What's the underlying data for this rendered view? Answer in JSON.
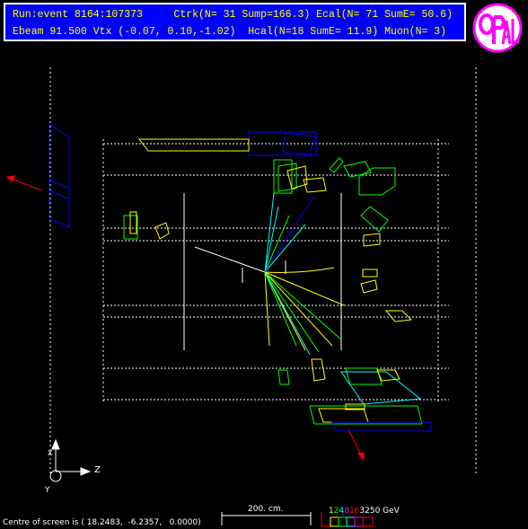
{
  "header": {
    "line1": "Run:event 8164:107373     Ctrk(N= 31 Sump=166.3) Ecal(N= 71 SumE= 50.6)",
    "line2": "Ebeam 91.500 Vtx (-0.07, 0.10,-1.02)  Hcal(N=18 SumE= 11.9) Muon(N= 3)",
    "background_color": "#0000ff",
    "text_color": "#ffff00"
  },
  "logo": {
    "text": "OPAL",
    "ring_color": "#ff00ff",
    "letter_color": "#ff00ff"
  },
  "footer": {
    "centre_text": "Centre of screen is ( 18.2483,  -6.2357,   0.0000)",
    "scale_label": "200. cm.",
    "energy_scale": {
      "values": [
        "1",
        "2",
        "4",
        "8",
        "16",
        "32",
        "50 GeV"
      ],
      "colors": [
        "#ffff00",
        "#00ff00",
        "#00ffff",
        "#ff00ff",
        "#ff0000",
        "#ffffff",
        "#ffffff"
      ]
    }
  },
  "axes": {
    "x_label": "X",
    "z_label": "Z",
    "y_label": "Y"
  },
  "colors": {
    "tracks_yellow": "#ffff00",
    "tracks_green": "#00ff00",
    "tracks_cyan": "#00ffff",
    "muon_blue": "#0000ff",
    "arrow_red": "#ff0000",
    "frame_white": "#ffffff"
  }
}
